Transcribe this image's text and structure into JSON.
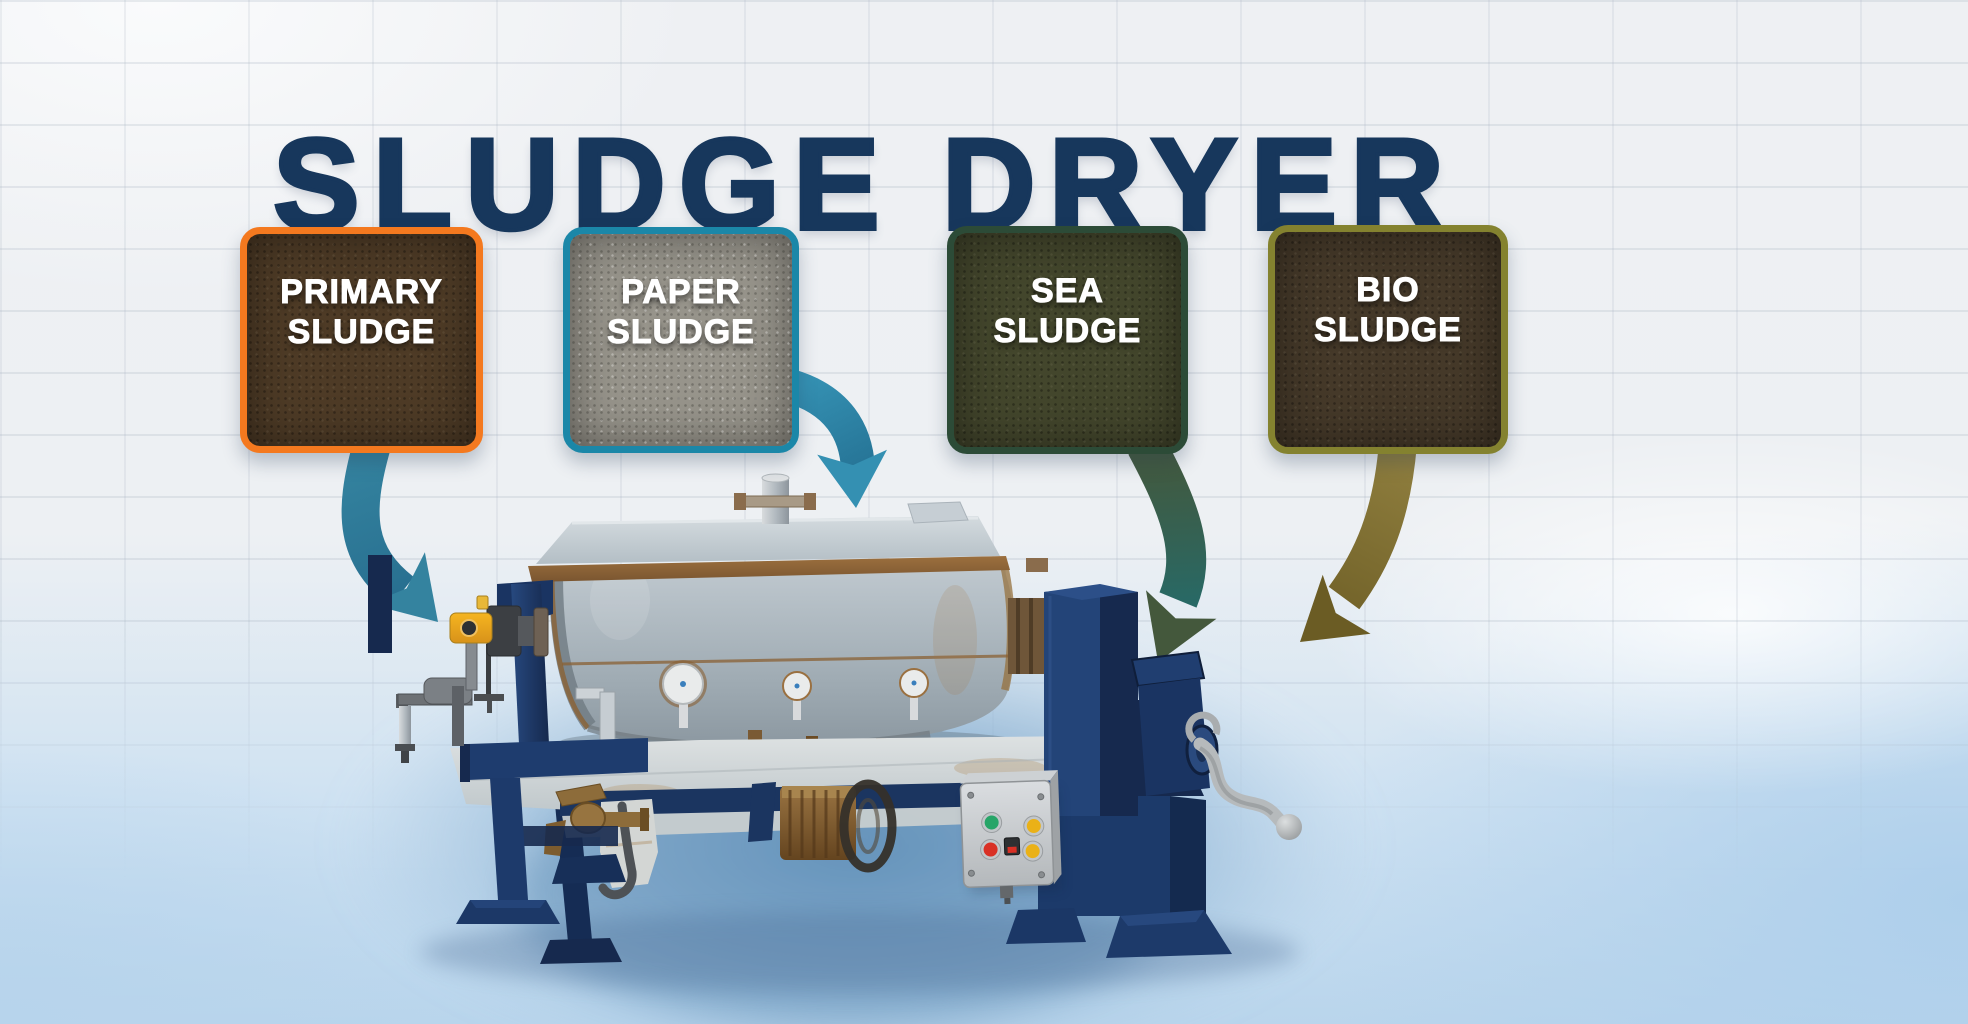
{
  "title": {
    "text": "SLUDGE DRYER",
    "color": "#17375c"
  },
  "background": {
    "top_color": "#eef0f3",
    "bottom_color": "#b9d5ec",
    "tile_grid": "subtle white tiles"
  },
  "sludge_types": [
    {
      "label": "PRIMARY\nSLUDGE",
      "border_color": "#f4791f",
      "texture_color": "#4e3b26",
      "arrow_color": "#2d7b9d"
    },
    {
      "label": "PAPER\nSLUDGE",
      "border_color": "#1b87a8",
      "texture_color": "#97948b",
      "arrow_color": "#2e86a8"
    },
    {
      "label": "SEA\nSLUDGE",
      "border_color": "#2c4b37",
      "texture_color": "#43462c",
      "arrow_color": "#256e70"
    },
    {
      "label": "BIO\nSLUDGE",
      "border_color": "#84822f",
      "texture_color": "#453929",
      "arrow_color": "#7d6d2f"
    }
  ],
  "machine": {
    "name": "industrial sludge dryer machine",
    "frame_color": "#1d3a6b",
    "drum_color": "#b6c0c7",
    "motor_color": "#f0a81c",
    "control_panel": {
      "body_color": "#c9cdd0",
      "buttons": [
        {
          "name": "green-button",
          "color": "#27a568"
        },
        {
          "name": "yellow-button",
          "color": "#eab117"
        },
        {
          "name": "red-button",
          "color": "#d93025"
        },
        {
          "name": "selector-switch",
          "color": "#2e3032"
        },
        {
          "name": "yellow-button-2",
          "color": "#eab117"
        }
      ]
    }
  }
}
